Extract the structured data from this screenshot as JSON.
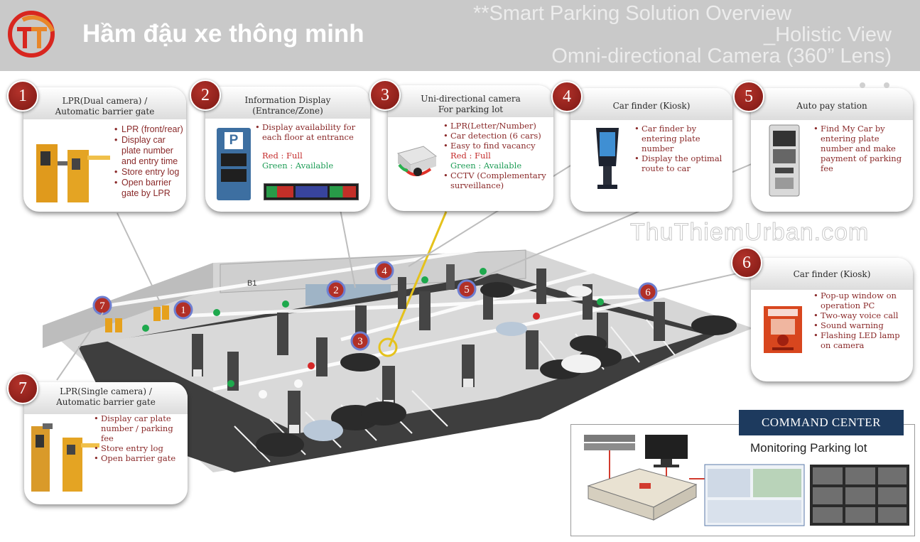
{
  "header": {
    "brand": "Hầm đậu xe thông minh",
    "title_line1": "**Smart Parking Solution Overview",
    "title_line2": "_Holistic View",
    "title_line3": "Omni-directional Camera (360” Lens)",
    "colors": {
      "bar": "#c9c9c9",
      "logo_orange": "#e8862a",
      "logo_red": "#d8261f"
    }
  },
  "callouts": [
    {
      "number": "1",
      "title": [
        "LPR(Dual camera) /",
        "Automatic barrier gate"
      ],
      "bullets": [
        "LPR (front/rear)",
        "Display car plate number and entry time",
        "Store entry log",
        "Open barrier gate by LPR"
      ]
    },
    {
      "number": "2",
      "title": [
        "Information Display",
        "(Entrance/Zone)"
      ],
      "bullets": [
        "Display availability for each floor at entrance"
      ],
      "legend": [
        "Red : Full",
        "Green : Available"
      ],
      "sign_text": "P"
    },
    {
      "number": "3",
      "title": [
        "Uni-directional camera",
        "For parking lot"
      ],
      "bullets": [
        "LPR(Letter/Number)",
        "Car detection (6 cars)",
        "Easy to find vacancy"
      ],
      "legend": [
        "Red : Full",
        "Green : Available"
      ],
      "bullets2": [
        "CCTV (Complementary surveillance)"
      ]
    },
    {
      "number": "4",
      "title": [
        "Car finder (Kiosk)"
      ],
      "bullets": [
        "Car finder by entering plate number",
        "Display the optimal route to car"
      ]
    },
    {
      "number": "5",
      "title": [
        "Auto pay station"
      ],
      "bullets": [
        "Find My Car by entering plate number and make payment of parking fee"
      ]
    },
    {
      "number": "6",
      "title": [
        "Car finder (Kiosk)"
      ],
      "bullets": [
        "Pop-up window on operation PC",
        "Two-way voice call",
        "Sound warning",
        "Flashing LED lamp on camera"
      ]
    },
    {
      "number": "7",
      "title": [
        "LPR(Single camera) /",
        "Automatic barrier gate"
      ],
      "bullets": [
        "Display car plate number / parking fee",
        "Store entry log",
        "Open barrier gate"
      ]
    }
  ],
  "scene": {
    "floor_label": "B1",
    "markers": [
      "7",
      "1",
      "2",
      "4",
      "5",
      "3",
      "6"
    ]
  },
  "watermark": "ThuThiemUrban.com",
  "command_center": {
    "title": "COMMAND CENTER",
    "subtitle": "Monitoring Parking lot"
  }
}
